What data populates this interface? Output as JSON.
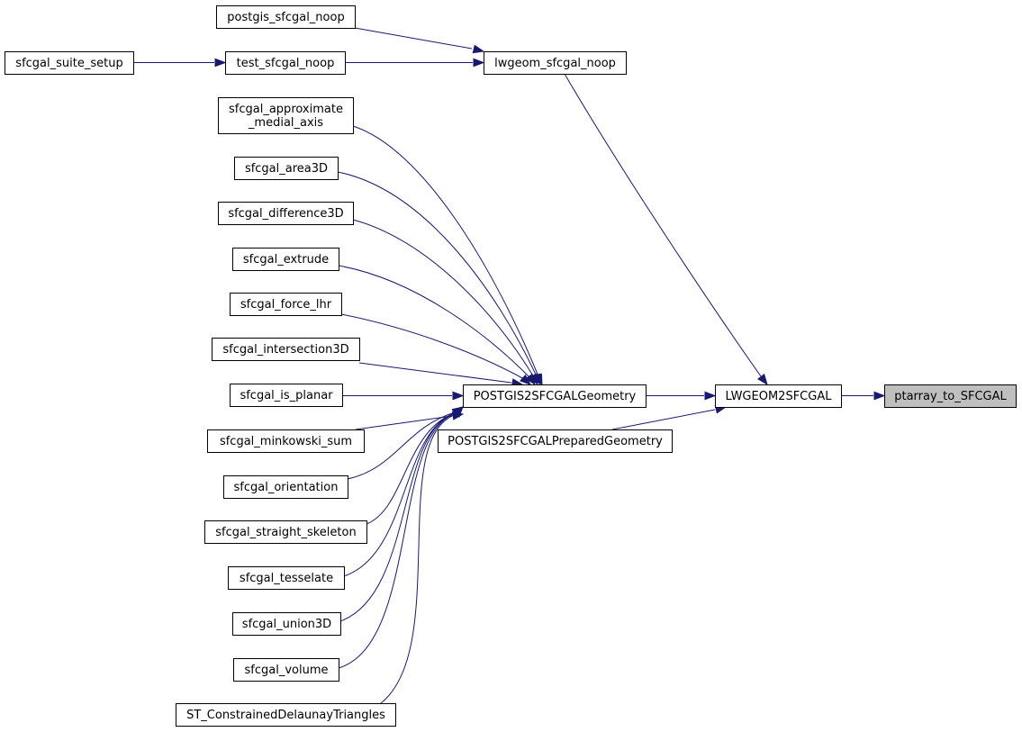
{
  "diagram": {
    "colors": {
      "edge": "#191970",
      "focus_fill": "#bfbfbf",
      "node_border": "#000000",
      "node_fill": "#ffffff"
    },
    "nodes": [
      {
        "id": "ptarray",
        "label": "ptarray_to_SFCGAL",
        "focus": true
      },
      {
        "id": "lwgeom2sfcgal",
        "label": "LWGEOM2SFCGAL"
      },
      {
        "id": "postgis2sfcgalgeom",
        "label": "POSTGIS2SFCGALGeometry"
      },
      {
        "id": "postgis2sfcgalprep",
        "label": "POSTGIS2SFCGALPreparedGeometry"
      },
      {
        "id": "lwgeom_noop",
        "label": "lwgeom_sfcgal_noop"
      },
      {
        "id": "postgis_noop",
        "label": "postgis_sfcgal_noop"
      },
      {
        "id": "test_noop",
        "label": "test_sfcgal_noop"
      },
      {
        "id": "suite_setup",
        "label": "sfcgal_suite_setup"
      },
      {
        "id": "approx",
        "label": "sfcgal_approximate\n_medial_axis"
      },
      {
        "id": "area3d",
        "label": "sfcgal_area3D"
      },
      {
        "id": "diff3d",
        "label": "sfcgal_difference3D"
      },
      {
        "id": "extrude",
        "label": "sfcgal_extrude"
      },
      {
        "id": "forcelhr",
        "label": "sfcgal_force_lhr"
      },
      {
        "id": "inter3d",
        "label": "sfcgal_intersection3D"
      },
      {
        "id": "isplanar",
        "label": "sfcgal_is_planar"
      },
      {
        "id": "minkowski",
        "label": "sfcgal_minkowski_sum"
      },
      {
        "id": "orient",
        "label": "sfcgal_orientation"
      },
      {
        "id": "straight",
        "label": "sfcgal_straight_skeleton"
      },
      {
        "id": "tess",
        "label": "sfcgal_tesselate"
      },
      {
        "id": "union3d",
        "label": "sfcgal_union3D"
      },
      {
        "id": "volume",
        "label": "sfcgal_volume"
      },
      {
        "id": "stcdt",
        "label": "ST_ConstrainedDelaunayTriangles"
      }
    ],
    "edges": [
      {
        "from": "lwgeom2sfcgal",
        "to": "ptarray"
      },
      {
        "from": "postgis2sfcgalgeom",
        "to": "lwgeom2sfcgal"
      },
      {
        "from": "postgis2sfcgalprep",
        "to": "lwgeom2sfcgal"
      },
      {
        "from": "lwgeom_noop",
        "to": "lwgeom2sfcgal"
      },
      {
        "from": "postgis_noop",
        "to": "lwgeom_noop"
      },
      {
        "from": "test_noop",
        "to": "lwgeom_noop"
      },
      {
        "from": "suite_setup",
        "to": "test_noop"
      },
      {
        "from": "approx",
        "to": "postgis2sfcgalgeom"
      },
      {
        "from": "area3d",
        "to": "postgis2sfcgalgeom"
      },
      {
        "from": "diff3d",
        "to": "postgis2sfcgalgeom"
      },
      {
        "from": "extrude",
        "to": "postgis2sfcgalgeom"
      },
      {
        "from": "forcelhr",
        "to": "postgis2sfcgalgeom"
      },
      {
        "from": "inter3d",
        "to": "postgis2sfcgalgeom"
      },
      {
        "from": "isplanar",
        "to": "postgis2sfcgalgeom"
      },
      {
        "from": "minkowski",
        "to": "postgis2sfcgalgeom"
      },
      {
        "from": "orient",
        "to": "postgis2sfcgalgeom"
      },
      {
        "from": "straight",
        "to": "postgis2sfcgalgeom"
      },
      {
        "from": "tess",
        "to": "postgis2sfcgalgeom"
      },
      {
        "from": "union3d",
        "to": "postgis2sfcgalgeom"
      },
      {
        "from": "volume",
        "to": "postgis2sfcgalgeom"
      },
      {
        "from": "stcdt",
        "to": "postgis2sfcgalgeom"
      }
    ]
  }
}
